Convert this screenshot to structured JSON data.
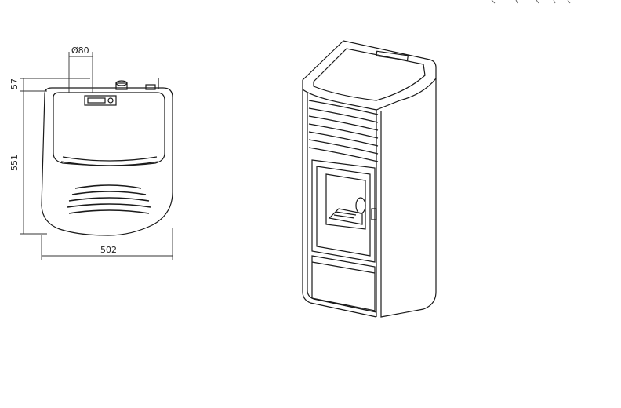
{
  "dimensions": {
    "flue_diameter": "Ø80",
    "rear_offset": "57",
    "depth": "551",
    "width": "502"
  },
  "colors": {
    "line": "#1a1a1a",
    "dim_line": "#333333",
    "background": "#ffffff"
  }
}
